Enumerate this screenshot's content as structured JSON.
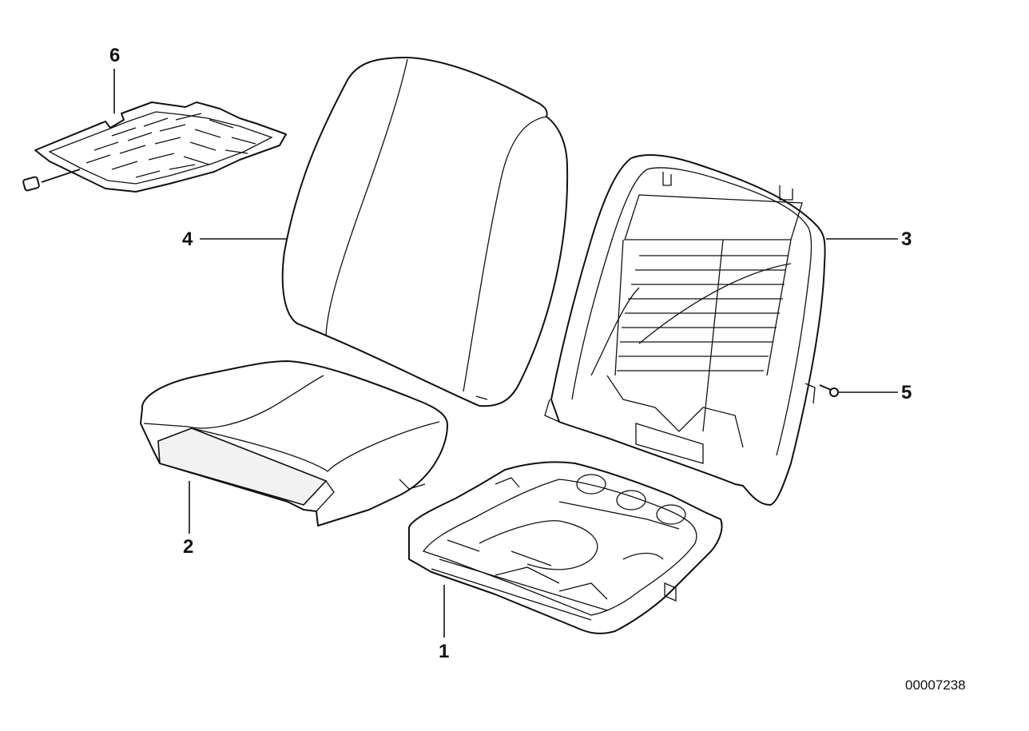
{
  "diagram": {
    "callouts": [
      {
        "id": "1",
        "label": "1"
      },
      {
        "id": "2",
        "label": "2"
      },
      {
        "id": "3",
        "label": "3"
      },
      {
        "id": "4",
        "label": "4"
      },
      {
        "id": "5",
        "label": "5"
      },
      {
        "id": "6",
        "label": "6"
      }
    ],
    "diagram_number": "00007238"
  }
}
